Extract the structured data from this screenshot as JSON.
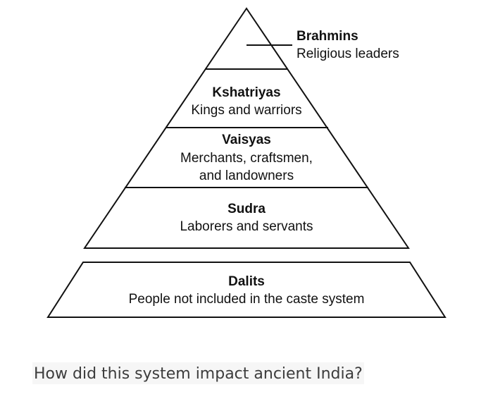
{
  "pyramid": {
    "levels": [
      {
        "title": "Brahmins",
        "description": "Religious leaders"
      },
      {
        "title": "Kshatriyas",
        "description": "Kings and warriors"
      },
      {
        "title": "Vaisyas",
        "description_lines": [
          "Merchants, craftsmen,",
          "and landowners"
        ]
      },
      {
        "title": "Sudra",
        "description": "Laborers and servants"
      }
    ],
    "base": {
      "title": "Dalits",
      "description": "People not included in the caste system"
    }
  },
  "question": "How did this system impact ancient India?"
}
